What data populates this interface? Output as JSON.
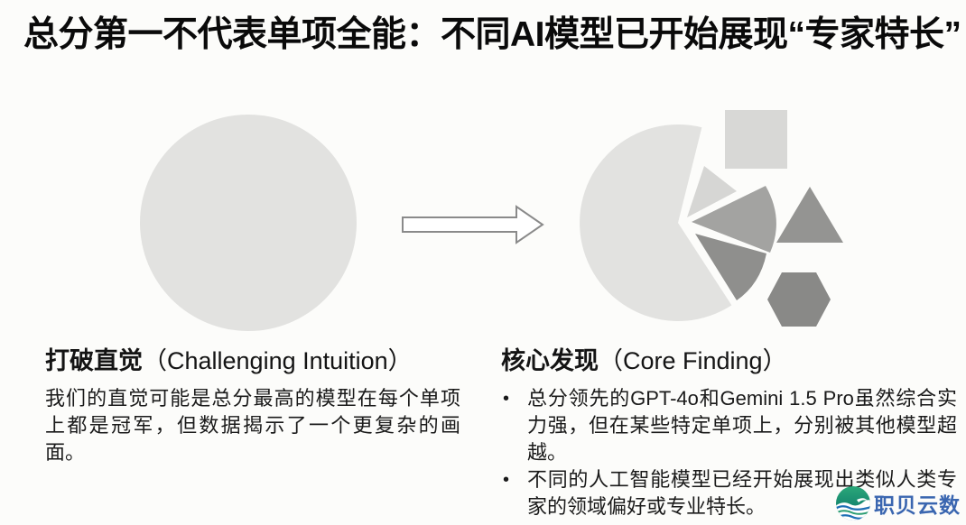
{
  "title": "总分第一不代表单项全能：不同AI模型已开始展现“专家特长”",
  "diagram": {
    "left_shape": "unified-circle",
    "right_shape": "exploded-pie-with-detached-pieces",
    "colors": {
      "circle": "#e2e2e0",
      "pie_main": "#e2e2e0",
      "slice_light_triangle": "#d6d6d4",
      "square": "#d8d8d6",
      "wedge_mid": "#a3a3a1",
      "triangle_right": "#949492",
      "wedge_dark": "#8f8f8d",
      "hexagon": "#898987",
      "arrow_fill": "#ffffff",
      "arrow_stroke": "#8a8a8a"
    }
  },
  "sections": {
    "left": {
      "heading_zh": "打破直觉",
      "heading_en": "（Challenging Intuition）",
      "body": "我们的直觉可能是总分最高的模型在每个单项上都是冠军，但数据揭示了一个更复杂的画面。"
    },
    "right": {
      "heading_zh": "核心发现",
      "heading_en": "（Core Finding）",
      "bullet_marker": "•",
      "bullets": [
        "总分领先的GPT-4o和Gemini 1.5 Pro虽然综合实力强，但在某些特定单项上，分别被其他模型超越。",
        "不同的人工智能模型已经开始展现出类似人类专家的领域偏好或专业特长。"
      ]
    }
  },
  "logo": {
    "text": "职贝云数",
    "text_color": "#3a66b0",
    "icon_top_color": "#2a9d72",
    "icon_bottom_color": "#1d6fb5"
  }
}
